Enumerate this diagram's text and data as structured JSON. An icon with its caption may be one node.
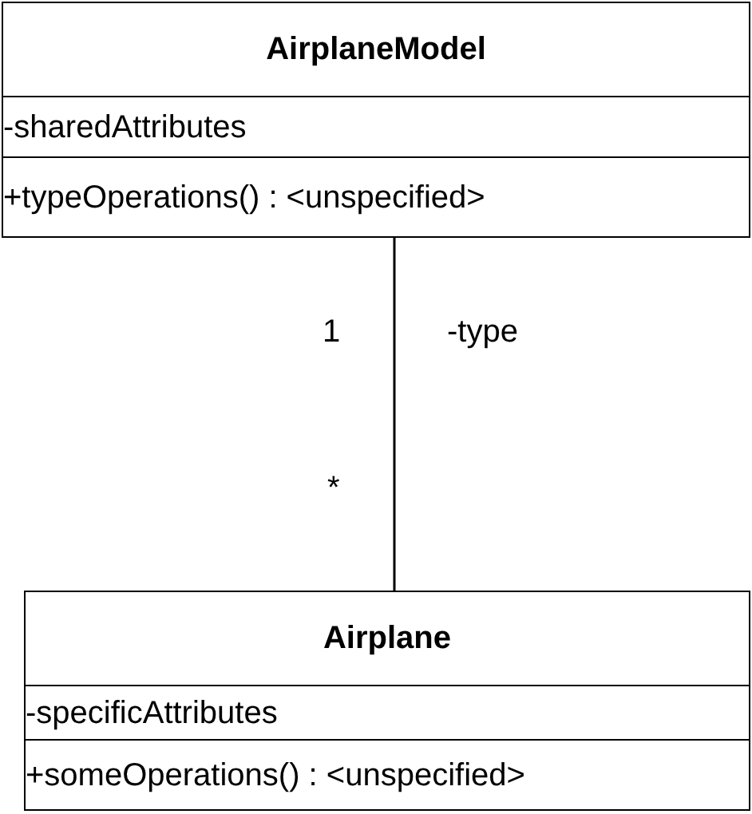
{
  "diagram": {
    "nodes": [
      {
        "text": [
          "AirplaneModel",
          "-sharedAttributes",
          "+typeOperations() : <unspecified>"
        ]
      },
      {
        "text": [
          "Airplane",
          "-specificAttributes",
          "+someOperations() : <unspecified>"
        ]
      }
    ],
    "edges": [
      {
        "from": 0,
        "to": 1,
        "arrow": "none",
        "label": "-type"
      }
    ],
    "labels": [
      "1",
      "*"
    ]
  }
}
